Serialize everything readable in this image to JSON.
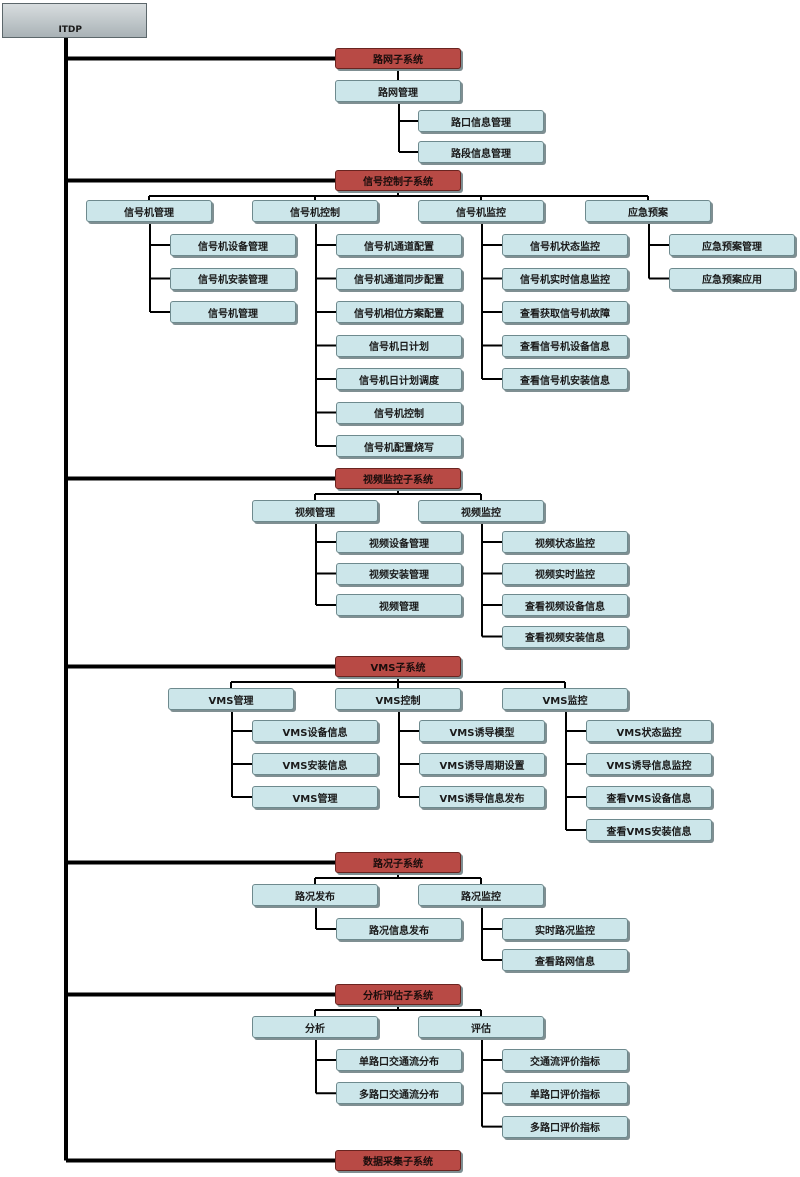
{
  "root": "ITDP",
  "systems": [
    {
      "label": "路网子系统",
      "modules": [
        {
          "label": "路网管理",
          "items": [
            "路口信息管理",
            "路段信息管理"
          ]
        }
      ]
    },
    {
      "label": "信号控制子系统",
      "modules": [
        {
          "label": "信号机管理",
          "items": [
            "信号机设备管理",
            "信号机安装管理",
            "信号机管理"
          ]
        },
        {
          "label": "信号机控制",
          "items": [
            "信号机通道配置",
            "信号机通道同步配置",
            "信号机相位方案配置",
            "信号机日计划",
            "信号机日计划调度",
            "信号机控制",
            "信号机配置烧写"
          ]
        },
        {
          "label": "信号机监控",
          "items": [
            "信号机状态监控",
            "信号机实时信息监控",
            "查看获取信号机故障",
            "查看信号机设备信息",
            "查看信号机安装信息"
          ]
        },
        {
          "label": "应急预案",
          "items": [
            "应急预案管理",
            "应急预案应用"
          ]
        }
      ]
    },
    {
      "label": "视频监控子系统",
      "modules": [
        {
          "label": "视频管理",
          "items": [
            "视频设备管理",
            "视频安装管理",
            "视频管理"
          ]
        },
        {
          "label": "视频监控",
          "items": [
            "视频状态监控",
            "视频实时监控",
            "查看视频设备信息",
            "查看视频安装信息"
          ]
        }
      ]
    },
    {
      "label": "VMS子系统",
      "modules": [
        {
          "label": "VMS管理",
          "items": [
            "VMS设备信息",
            "VMS安装信息",
            "VMS管理"
          ]
        },
        {
          "label": "VMS控制",
          "items": [
            "VMS诱导模型",
            "VMS诱导周期设置",
            "VMS诱导信息发布"
          ]
        },
        {
          "label": "VMS监控",
          "items": [
            "VMS状态监控",
            "VMS诱导信息监控",
            "查看VMS设备信息",
            "查看VMS安装信息"
          ]
        }
      ]
    },
    {
      "label": "路况子系统",
      "modules": [
        {
          "label": "路况发布",
          "items": [
            "路况信息发布"
          ]
        },
        {
          "label": "路况监控",
          "items": [
            "实时路况监控",
            "查看路网信息"
          ]
        }
      ]
    },
    {
      "label": "分析评估子系统",
      "modules": [
        {
          "label": "分析",
          "items": [
            "单路口交通流分布",
            "多路口交通流分布"
          ]
        },
        {
          "label": "评估",
          "items": [
            "交通流评价指标",
            "单路口评价指标",
            "多路口评价指标"
          ]
        }
      ]
    },
    {
      "label": "数据采集子系统",
      "modules": []
    }
  ]
}
